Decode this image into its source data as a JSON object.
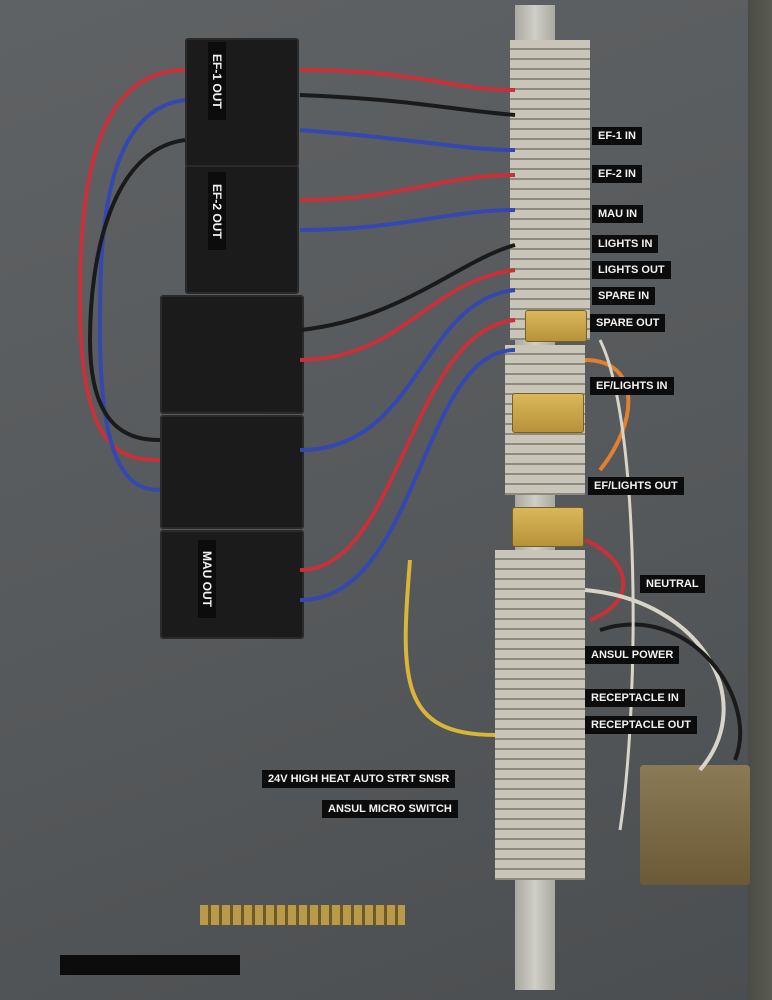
{
  "contactor_labels": [
    "EF-1 OUT",
    "EF-2 OUT",
    "MAU OUT"
  ],
  "terminal_labels": [
    "EF-1 IN",
    "EF-2 IN",
    "MAU IN",
    "LIGHTS IN",
    "LIGHTS OUT",
    "SPARE IN",
    "SPARE OUT",
    "EF/LIGHTS IN",
    "EF/LIGHTS OUT",
    "NEUTRAL",
    "ANSUL POWER",
    "RECEPTACLE IN",
    "RECEPTACLE OUT"
  ],
  "lower_labels": [
    "24V HIGH HEAT AUTO STRT SNSR",
    "ANSUL MICRO SWITCH"
  ],
  "colors": {
    "panel": "#5c5f61",
    "label": "#0c0c0c",
    "wire_red": "#c8303a",
    "wire_blue": "#3547b0",
    "wire_black": "#1a1a1a",
    "wire_white": "#d8d4c8",
    "connector": "#e8d21e"
  }
}
